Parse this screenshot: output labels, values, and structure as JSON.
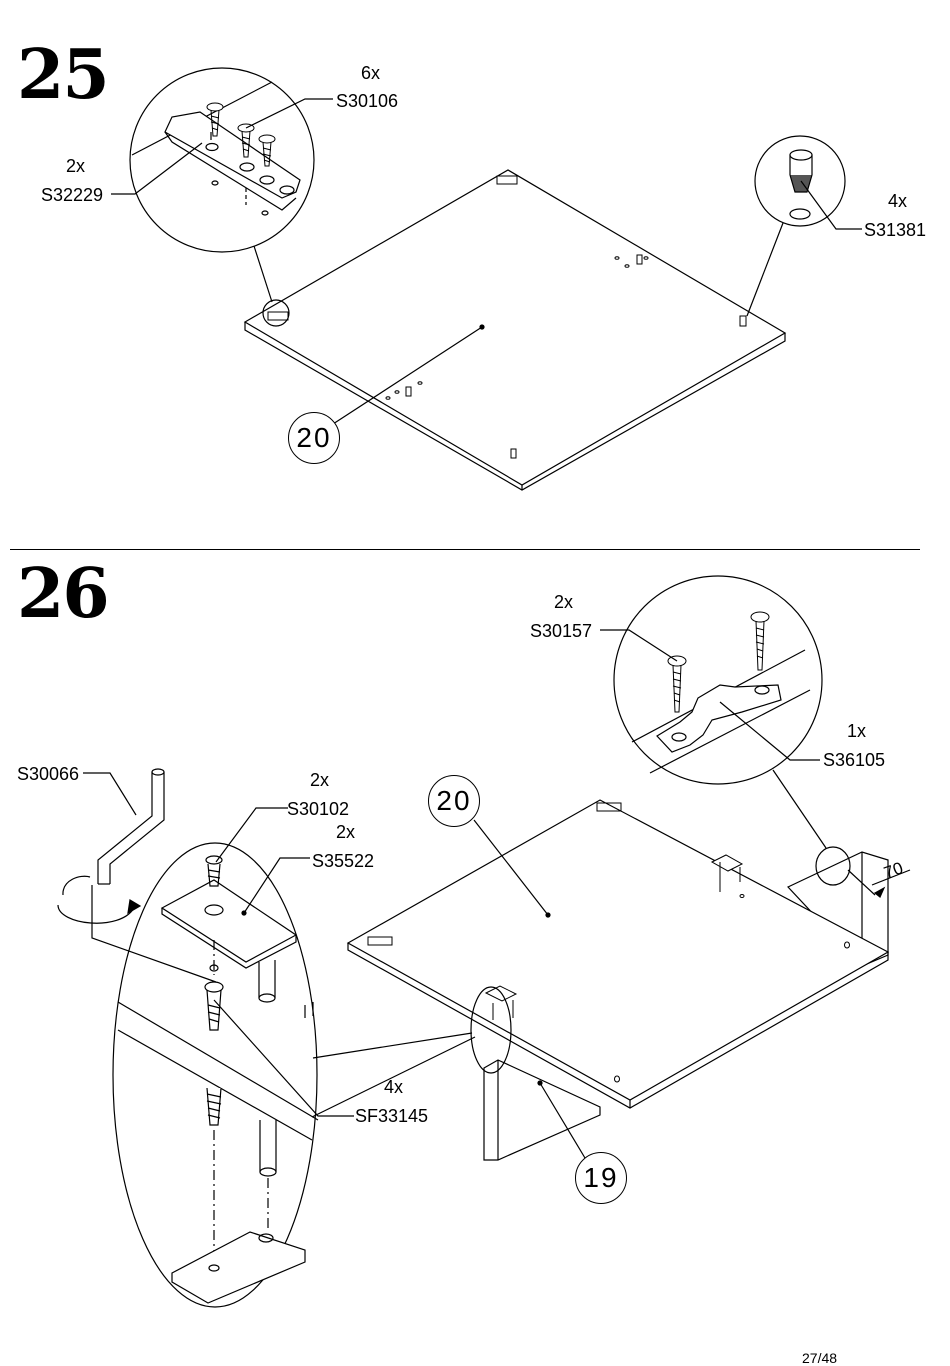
{
  "page": {
    "number": "27/48"
  },
  "step25": {
    "number": "25",
    "callouts": [
      {
        "qty": "6x",
        "part": "S30106"
      },
      {
        "qty": "2x",
        "part": "S32229"
      },
      {
        "qty": "4x",
        "part": "S31381"
      }
    ],
    "panel": "20"
  },
  "step26": {
    "number": "26",
    "tool": "S30066",
    "callouts": [
      {
        "qty": "2x",
        "part": "S30157"
      },
      {
        "qty": "1x",
        "part": "S36105"
      },
      {
        "qty": "2x",
        "part": "S30102"
      },
      {
        "qty": "2x",
        "part": "S35522"
      },
      {
        "qty": "4x",
        "part": "SF33145"
      }
    ],
    "panels": [
      "20",
      "19"
    ],
    "dimension": "70"
  }
}
